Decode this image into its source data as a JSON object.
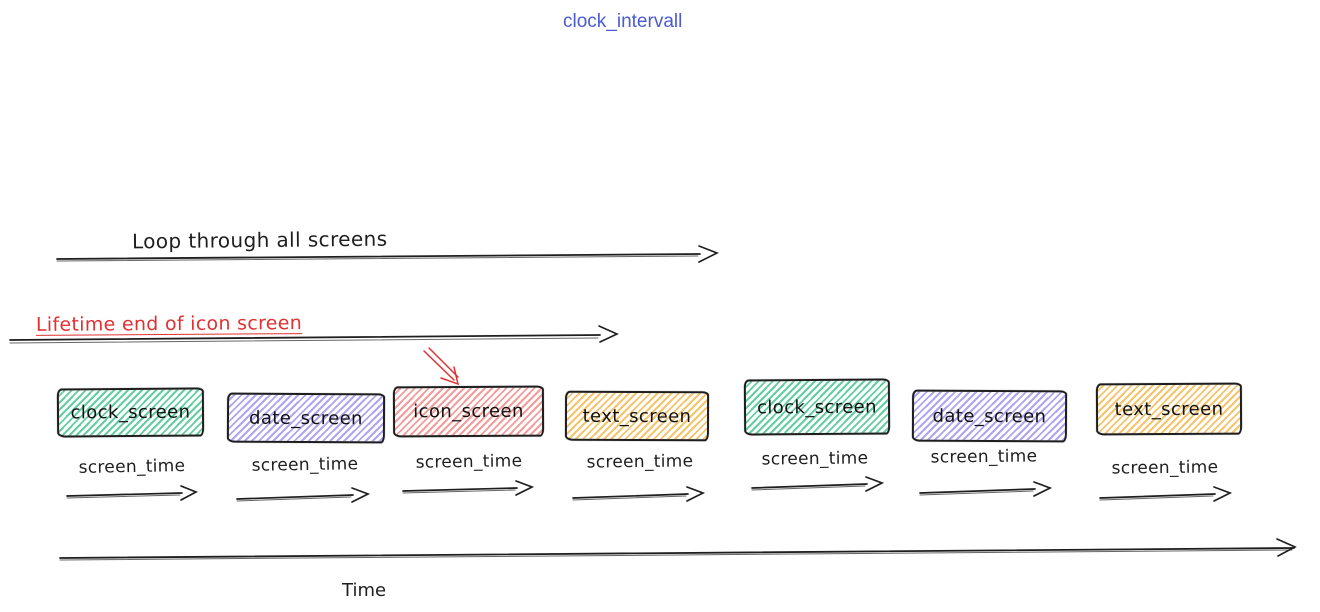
{
  "title": "clock_intervall",
  "annotations": {
    "loop_label": "Loop through all screens",
    "lifetime_label": "Lifetime end of icon screen",
    "screen_time_label": "screen_time",
    "time_label": "Time"
  },
  "boxes": [
    {
      "label": "clock_screen",
      "color": "green",
      "hatch_hex": "#63cfa1"
    },
    {
      "label": "date_screen",
      "color": "purple",
      "hatch_hex": "#b1a4f0"
    },
    {
      "label": "icon_screen",
      "color": "red",
      "hatch_hex": "#f49c9c"
    },
    {
      "label": "text_screen",
      "color": "yellow",
      "hatch_hex": "#f6c46a"
    },
    {
      "label": "clock_screen",
      "color": "green",
      "hatch_hex": "#63cfa1"
    },
    {
      "label": "date_screen",
      "color": "purple",
      "hatch_hex": "#b1a4f0"
    },
    {
      "label": "text_screen",
      "color": "yellow",
      "hatch_hex": "#f6c46a"
    }
  ],
  "colors": {
    "title_blue": "#4a5bd4",
    "annotation_red": "#e03131",
    "stroke_black": "#1e1e1e"
  }
}
